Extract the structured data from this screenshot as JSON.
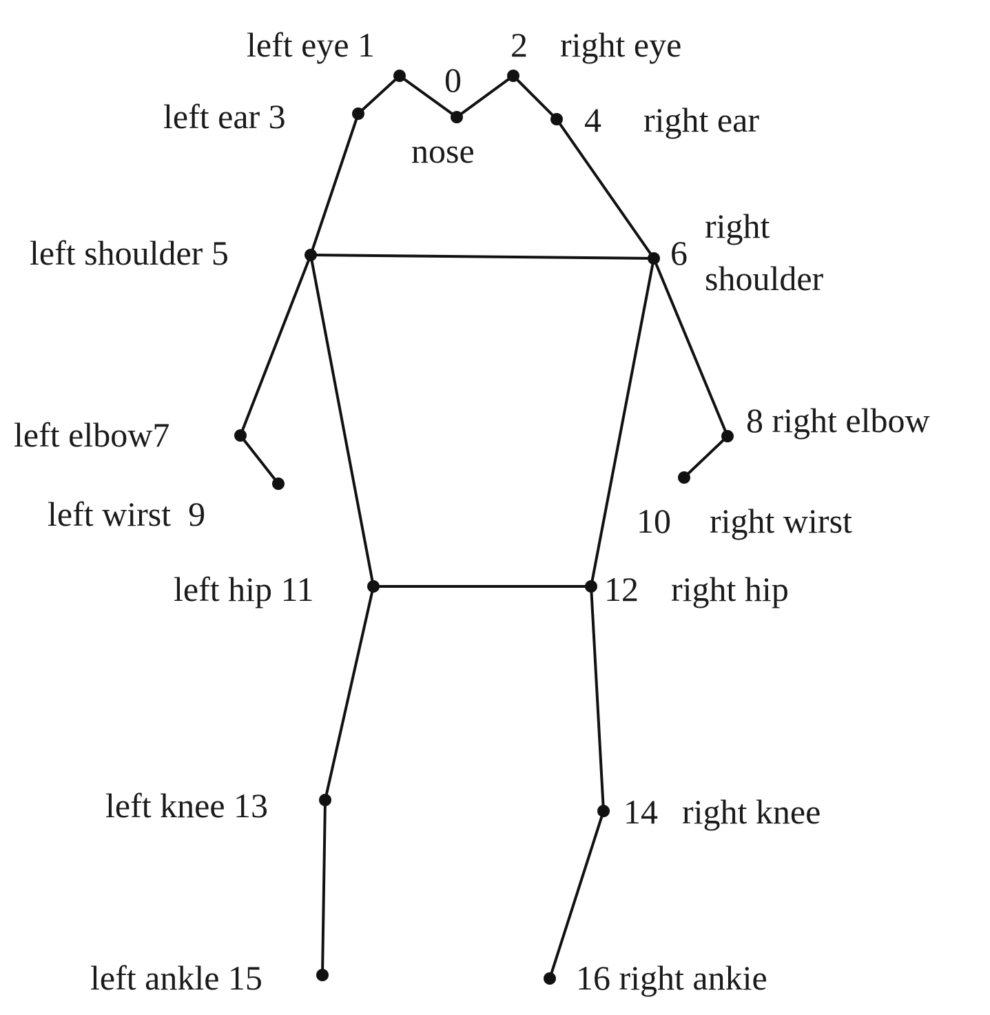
{
  "colors": {
    "line": "#111111",
    "joint": "#111111",
    "text": "#1a1a1a",
    "background": "#ffffff"
  },
  "labels": {
    "left_eye": "left eye 1",
    "nose_index": "0",
    "right_eye_index": "2",
    "right_eye": "right eye",
    "left_ear": "left ear 3",
    "right_ear_index": "4",
    "right_ear": "right ear",
    "nose": "nose",
    "left_shoulder": "left shoulder 5",
    "right_shoulder_index": "6",
    "right_shoulder_line1": "right",
    "right_shoulder_line2": "shoulder",
    "left_elbow": "left elbow7",
    "right_elbow": "8 right elbow",
    "left_wrist": "left wirst  9",
    "right_wrist_index": "10",
    "right_wrist": "right wirst",
    "left_hip": "left hip 11",
    "right_hip_index": "12",
    "right_hip": "right hip",
    "left_knee": "left knee 13",
    "right_knee_index": "14",
    "right_knee": "right knee",
    "left_ankle": "left ankle 15",
    "right_ankle": "16 right ankie"
  }
}
